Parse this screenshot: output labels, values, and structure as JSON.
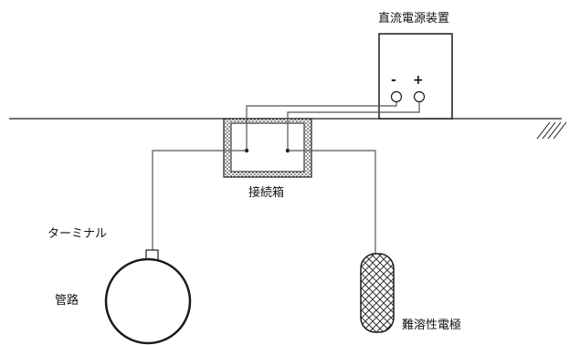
{
  "labels": {
    "power_supply": "直流電源装置",
    "junction_box": "接続箱",
    "terminal": "ターミナル",
    "pipe": "管路",
    "electrode": "難溶性電極"
  },
  "power_supply": {
    "negative_sign": "-",
    "positive_sign": "+"
  },
  "colors": {
    "line": "#1a1a1a",
    "wire": "#555555",
    "background": "#ffffff"
  }
}
